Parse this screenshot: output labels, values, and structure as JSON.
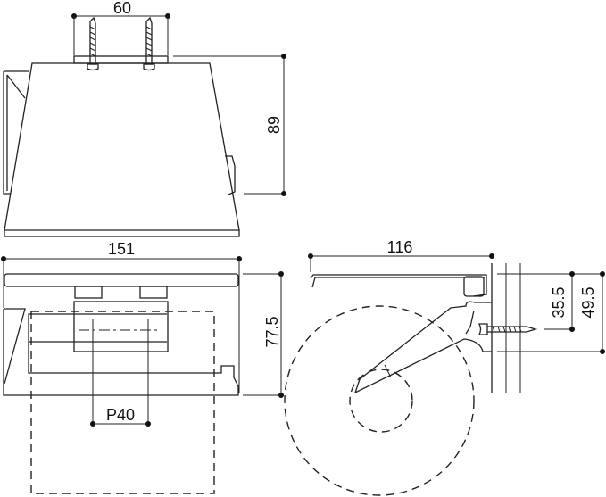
{
  "title": "Paper holder dimension drawing",
  "dimensions": {
    "screw_spacing_top": "60",
    "height_front": "89",
    "overall_width": "151",
    "height_side": "77.5",
    "pitch": "P40",
    "depth": "116",
    "screw_height": "35.5",
    "bracket_height": "49.5"
  },
  "colors": {
    "line": "#222222",
    "background": "#ffffff"
  }
}
